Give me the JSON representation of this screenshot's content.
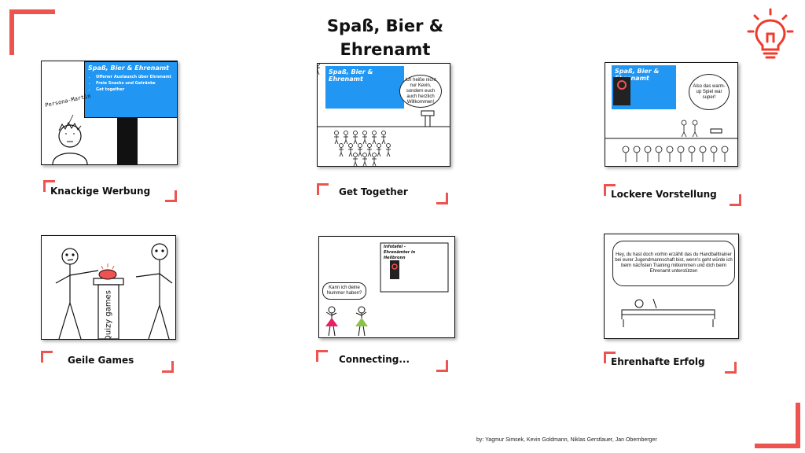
{
  "title_line1": "Spaß, Bier &",
  "title_line2": "Ehrenamt",
  "accent_color": "#ef5350",
  "icon": "lightbulb-icon",
  "panels": [
    {
      "caption": "Knackige Werbung",
      "slide_title": "Spaß, Bier & Ehrenamt",
      "slide_items": [
        "Offener Austausch über Ehrenamt",
        "Freie Snacks und Getränke",
        "Get together"
      ],
      "person_label": "Persona-Martin"
    },
    {
      "caption": "Get Together",
      "slide_title": "Spaß, Bier & Ehrenamt",
      "bubble": "Ich heiße nicht nur Kevin, sondern euch auch herzlich Willkommen!"
    },
    {
      "caption": "Lockere Vorstellung",
      "slide_title": "Spaß, Bier & Ehrenamt",
      "bubble": "Also das warm-up Spiel war super!"
    },
    {
      "caption": "Geile Games",
      "podium_label": "Quizy games"
    },
    {
      "caption": "Connecting...",
      "slide_title": "Infotafel - Ehrenämter in Heilbronn",
      "bubble": "Kann ich deine Nummer haben?"
    },
    {
      "caption": "Ehrenhafte Erfolg",
      "bubble": "Hey, du hast doch vorhin erzählt das du Handballtrainer bei eurer Jugendmannschaft bist, wenn's geht würde ich beim nächsten Training mitkommen und dich beim Ehrenamt unterstützen"
    }
  ],
  "credits": "by: Yagmur Simsek, Kevin Goldmann, Niklas Gerstlauer, Jan Obernberger"
}
